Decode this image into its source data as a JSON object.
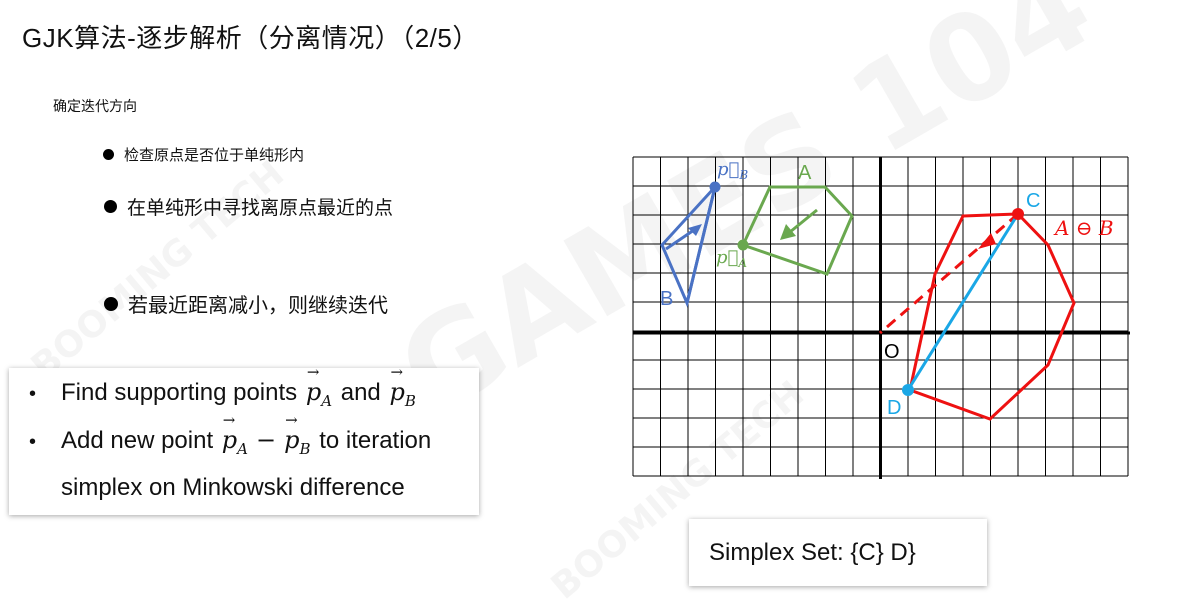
{
  "title": "GJK算法-逐步解析（分离情况）（2/5）",
  "subheading": "确定迭代方向",
  "bullets": [
    "检查原点是否位于单纯形内",
    "在单纯形中寻找离原点最近的点",
    "若最近距离减小，则继续迭代"
  ],
  "english_box": {
    "line1_text": "Find supporting points",
    "line1_and": "and",
    "line2_text": "Add new point",
    "line2_tail": "to iteration",
    "line3_text": "simplex on Minkowski difference",
    "vec_p": "p",
    "sub_A": "A",
    "sub_B": "B",
    "minus": "−",
    "bullet_char": "•"
  },
  "simplex_set": "Simplex Set: {C} D}",
  "diagram": {
    "labels": {
      "A": "A",
      "B": "B",
      "C": "C",
      "D": "D",
      "O": "O",
      "pB": "p⃗",
      "pB_sub": "B",
      "pA": "p⃗",
      "pA_sub": "A",
      "minkowski": "A ⊖ B"
    },
    "colors": {
      "grid": "#000000",
      "shapeA": "#6aa84f",
      "shapeB": "#4a72c4",
      "minkowski": "#ee1111",
      "simplex": "#1aa7e6"
    }
  },
  "watermark": {
    "main": "GAMES 104",
    "brand": "BOOMING TECH"
  }
}
